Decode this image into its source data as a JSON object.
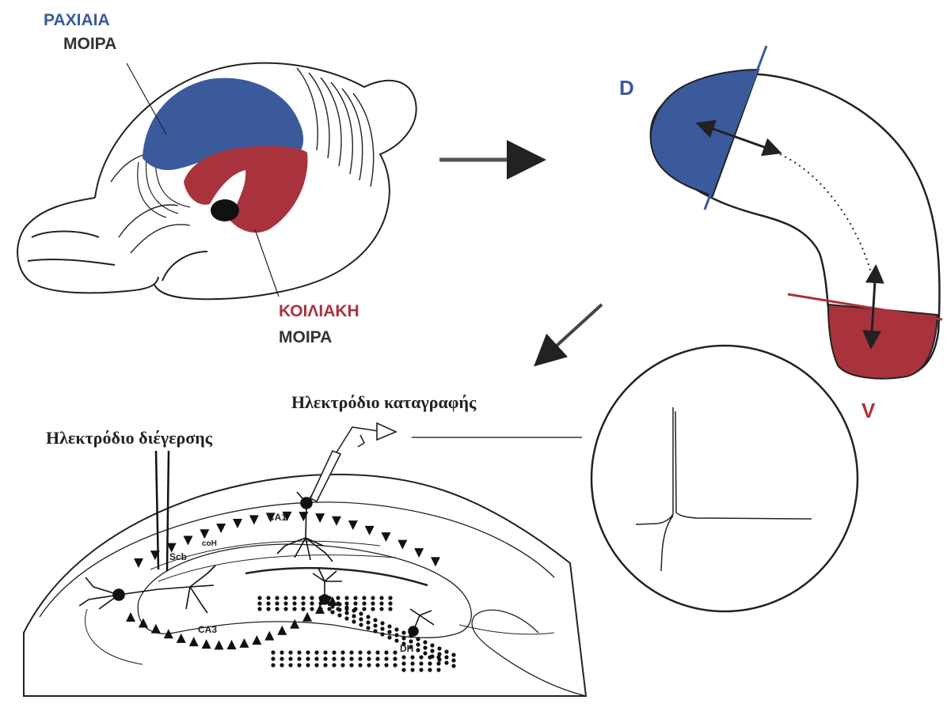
{
  "labels": {
    "dorsal_part_word1": "ΡΑΧΙΑΙΑ",
    "dorsal_part_word2": "ΜΟΙΡΑ",
    "ventral_part_word1": "ΚΟΙΛΙΑΚΗ",
    "ventral_part_word2": "ΜΟΙΡΑ",
    "dorsal_letter": "D",
    "ventral_letter": "V",
    "stimulation_electrode": "Ηλεκτρόδιο διέγερσης",
    "recording_electrode": "Ηλεκτρόδιο καταγραφής",
    "ca1": "CA1",
    "ca3": "CA3",
    "dh": "DH",
    "scb": "Scb",
    "com": "coH"
  },
  "colors": {
    "dorsal": "#3a5a9c",
    "ventral": "#a8333d",
    "ink": "#222222",
    "label_gray": "#333333"
  }
}
